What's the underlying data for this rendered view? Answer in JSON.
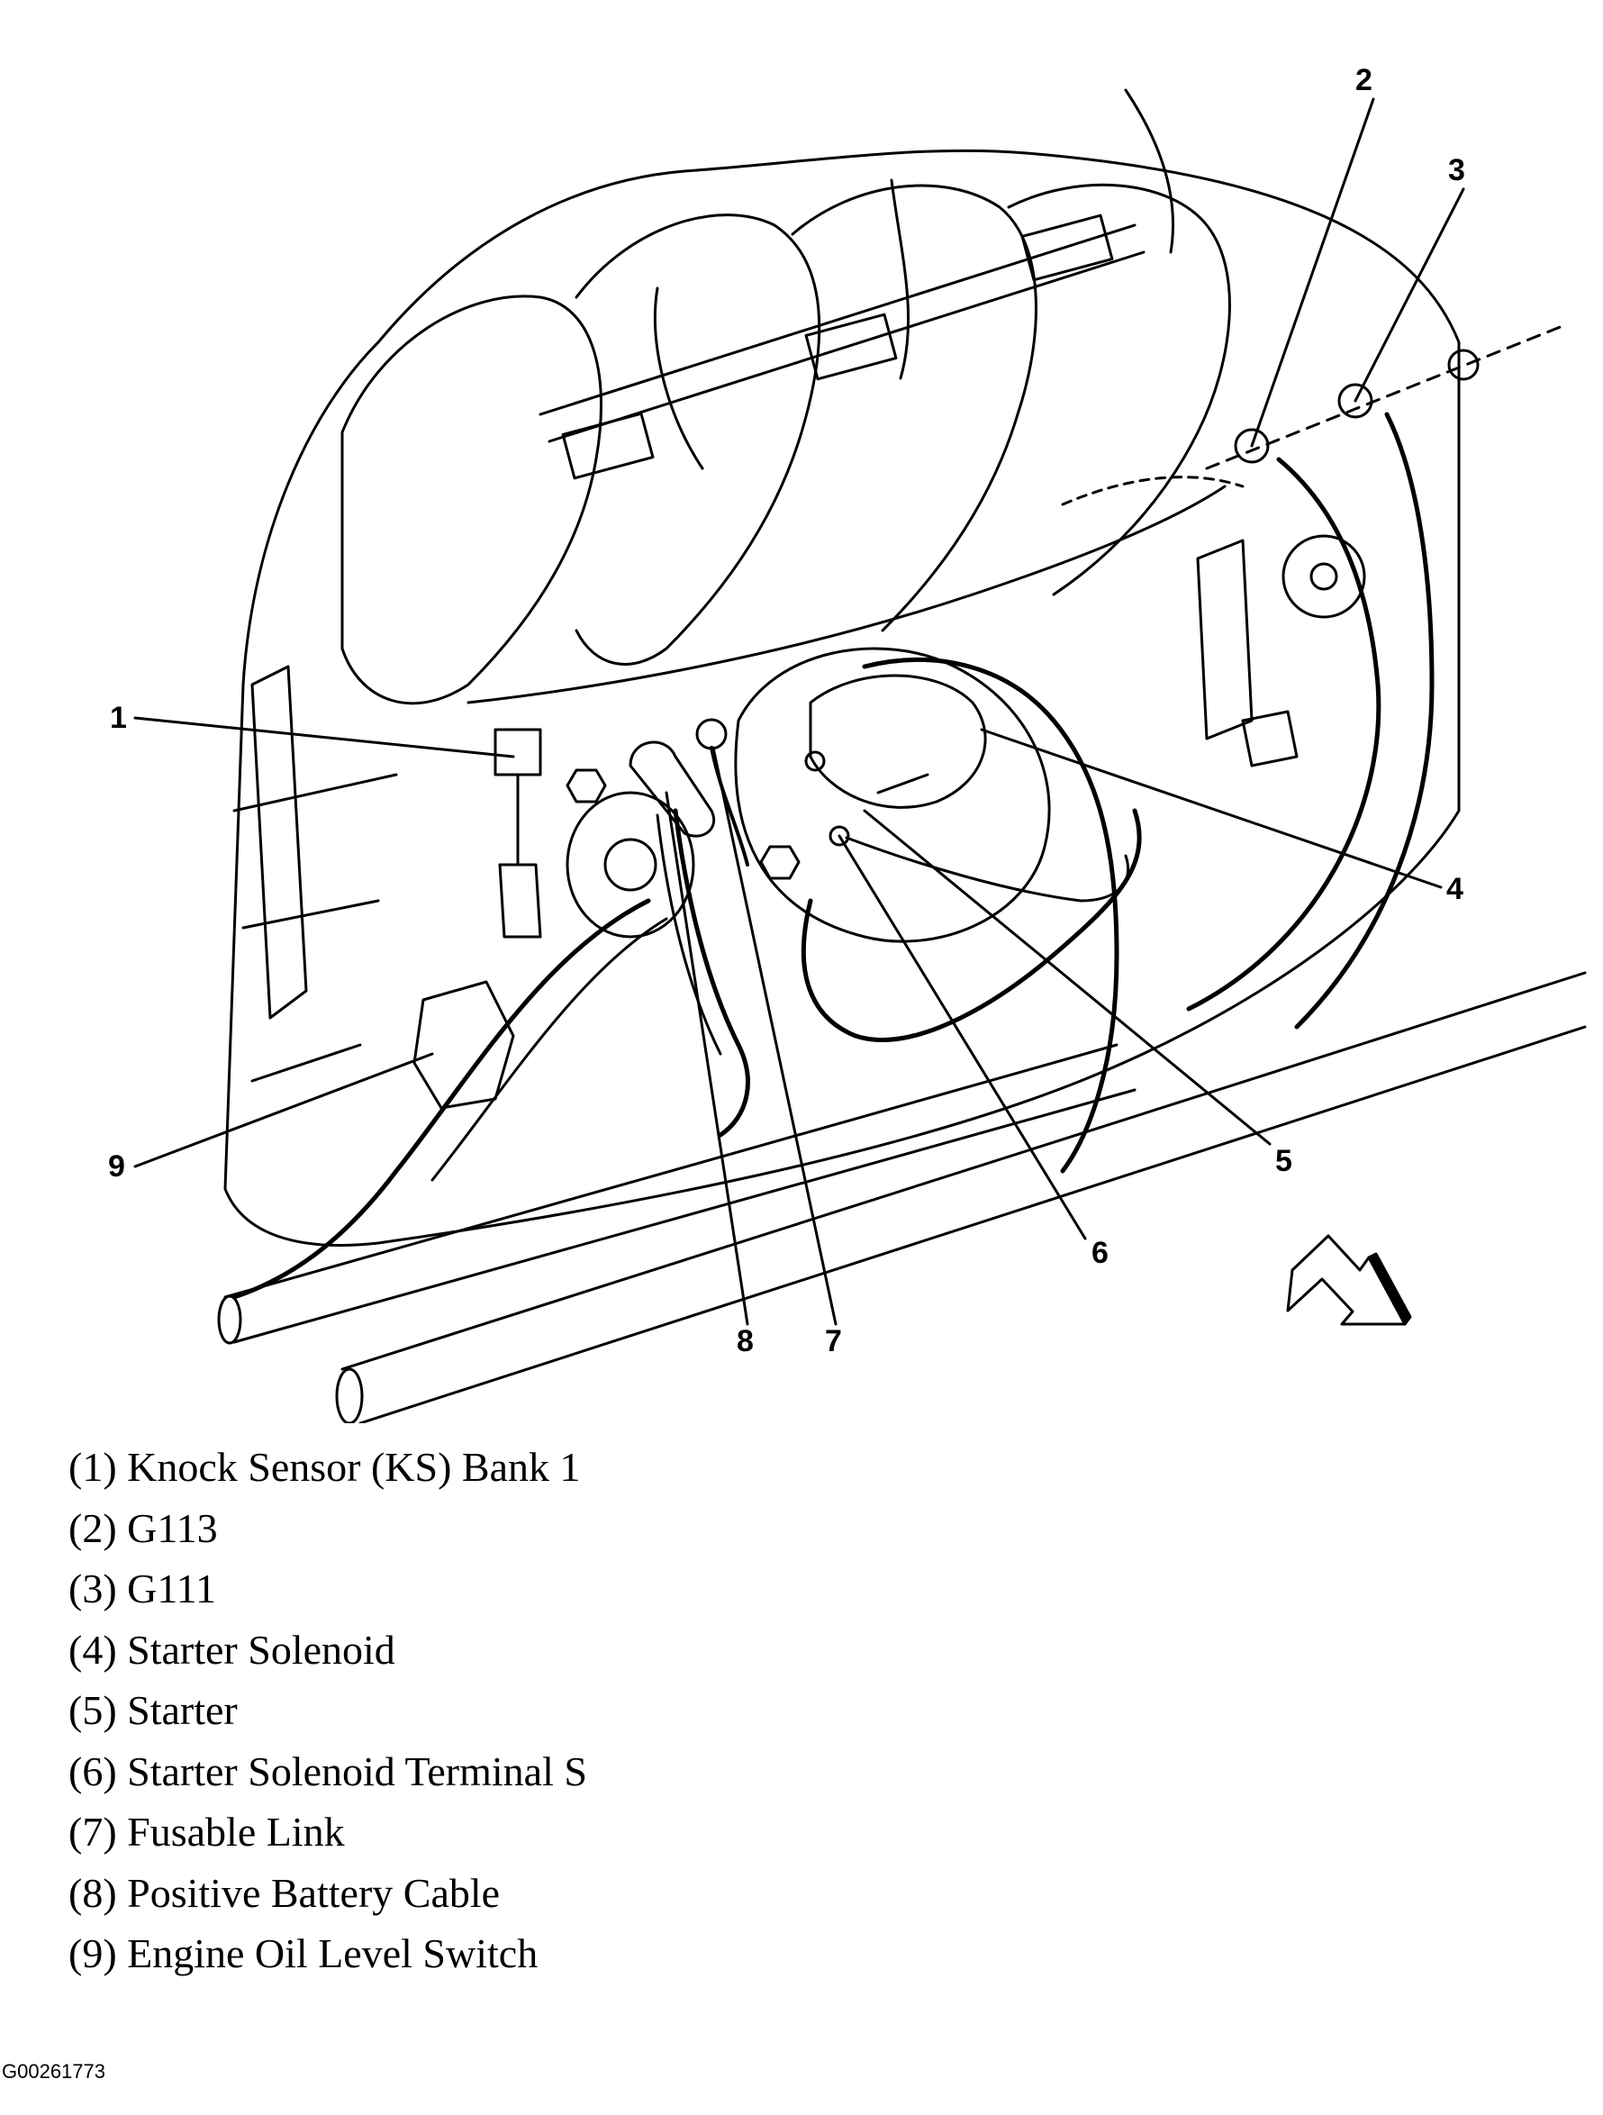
{
  "callouts": [
    "1",
    "2",
    "3",
    "4",
    "5",
    "6",
    "7",
    "8",
    "9"
  ],
  "legend": [
    "(1) Knock Sensor (KS) Bank 1",
    "(2) G113",
    "(3) G111",
    "(4) Starter Solenoid",
    "(5) Starter",
    "(6) Starter Solenoid Terminal S",
    "(7) Fusable Link",
    "(8) Positive Battery Cable",
    "(9) Engine Oil Level Switch"
  ],
  "figure_id": "G00261773",
  "arrow_icon": "direction-arrow-icon"
}
